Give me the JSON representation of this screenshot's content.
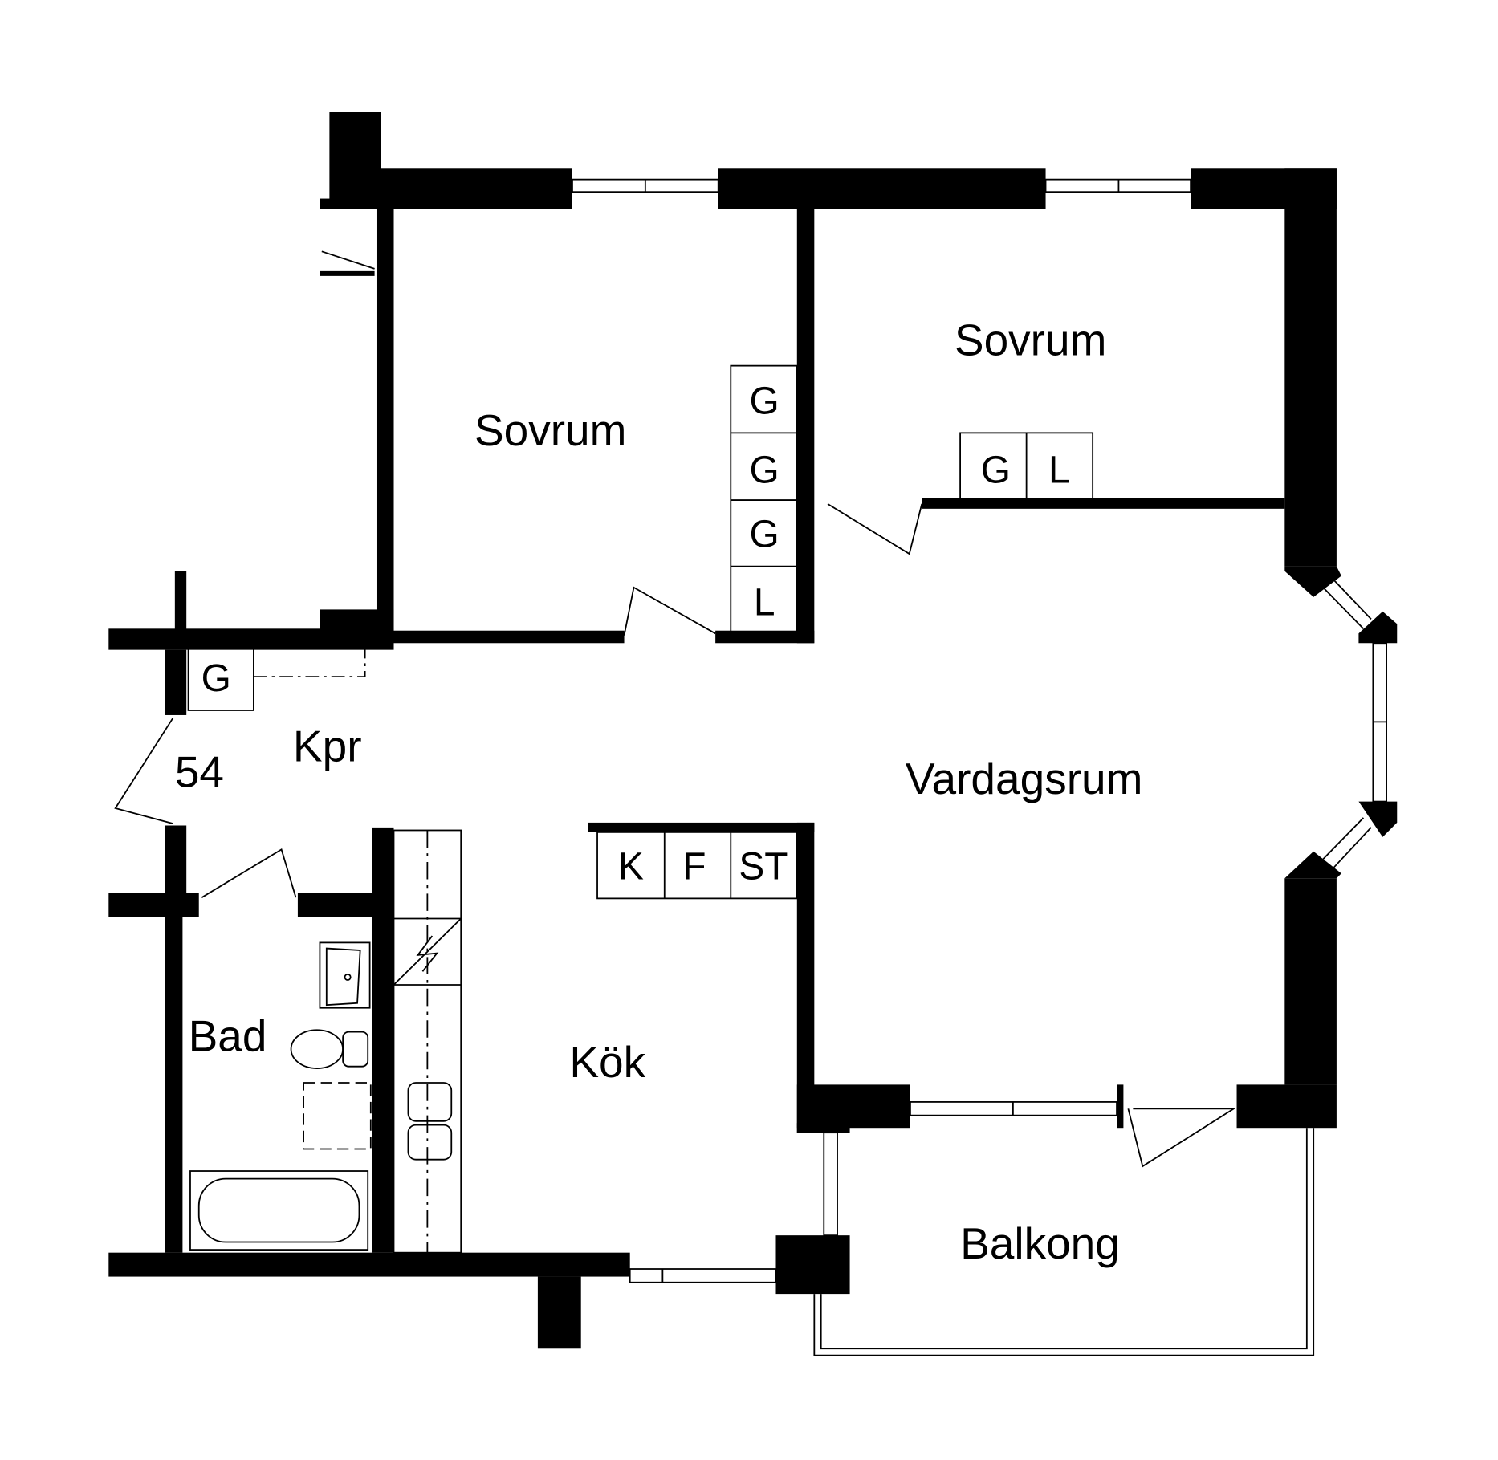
{
  "plan": {
    "rooms": {
      "sovrum_left": "Sovrum",
      "sovrum_right": "Sovrum",
      "vardagsrum": "Vardagsrum",
      "kpr": "Kpr",
      "bad": "Bad",
      "kok": "Kök",
      "balkong": "Balkong"
    },
    "apartment_number": "54",
    "closets": {
      "sovrum_left": [
        "G",
        "G",
        "G",
        "L"
      ],
      "sovrum_right": [
        "G",
        "L"
      ],
      "hall": [
        "G"
      ],
      "kitchen": [
        "K",
        "F",
        "ST"
      ]
    },
    "colors": {
      "wall": "#000000",
      "background": "#ffffff"
    }
  }
}
